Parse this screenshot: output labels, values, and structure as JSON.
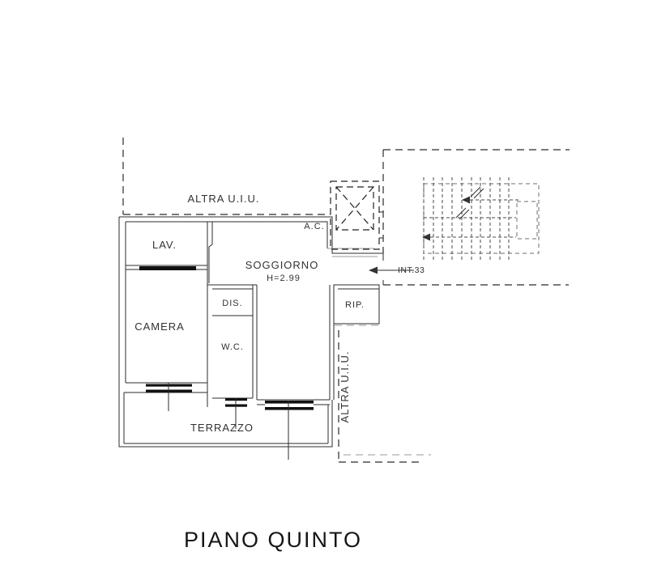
{
  "plan": {
    "title": "PIANO QUINTO",
    "labels": {
      "altra_uiu_top": "ALTRA U.I.U.",
      "altra_uiu_right": "ALTRA U.I.U.",
      "lav": "LAV.",
      "camera": "CAMERA",
      "dis": "DIS.",
      "wc": "W.C.",
      "soggiorno": "SOGGIORNO",
      "soggiorno_height": "H=2.99",
      "ac": "A.C.",
      "rip": "RIP.",
      "terrazzo": "TERRAZZO",
      "entrance": "INT.33"
    },
    "icons": {
      "elevator": "x-cross-shaft-icon",
      "entrance_arrow": "left-arrow-icon",
      "stairs": "tread-lines-icon"
    },
    "colors": {
      "line": "#2b2b2b",
      "line_gray": "#9a9a9a",
      "background": "#ffffff",
      "text": "#323232"
    }
  }
}
